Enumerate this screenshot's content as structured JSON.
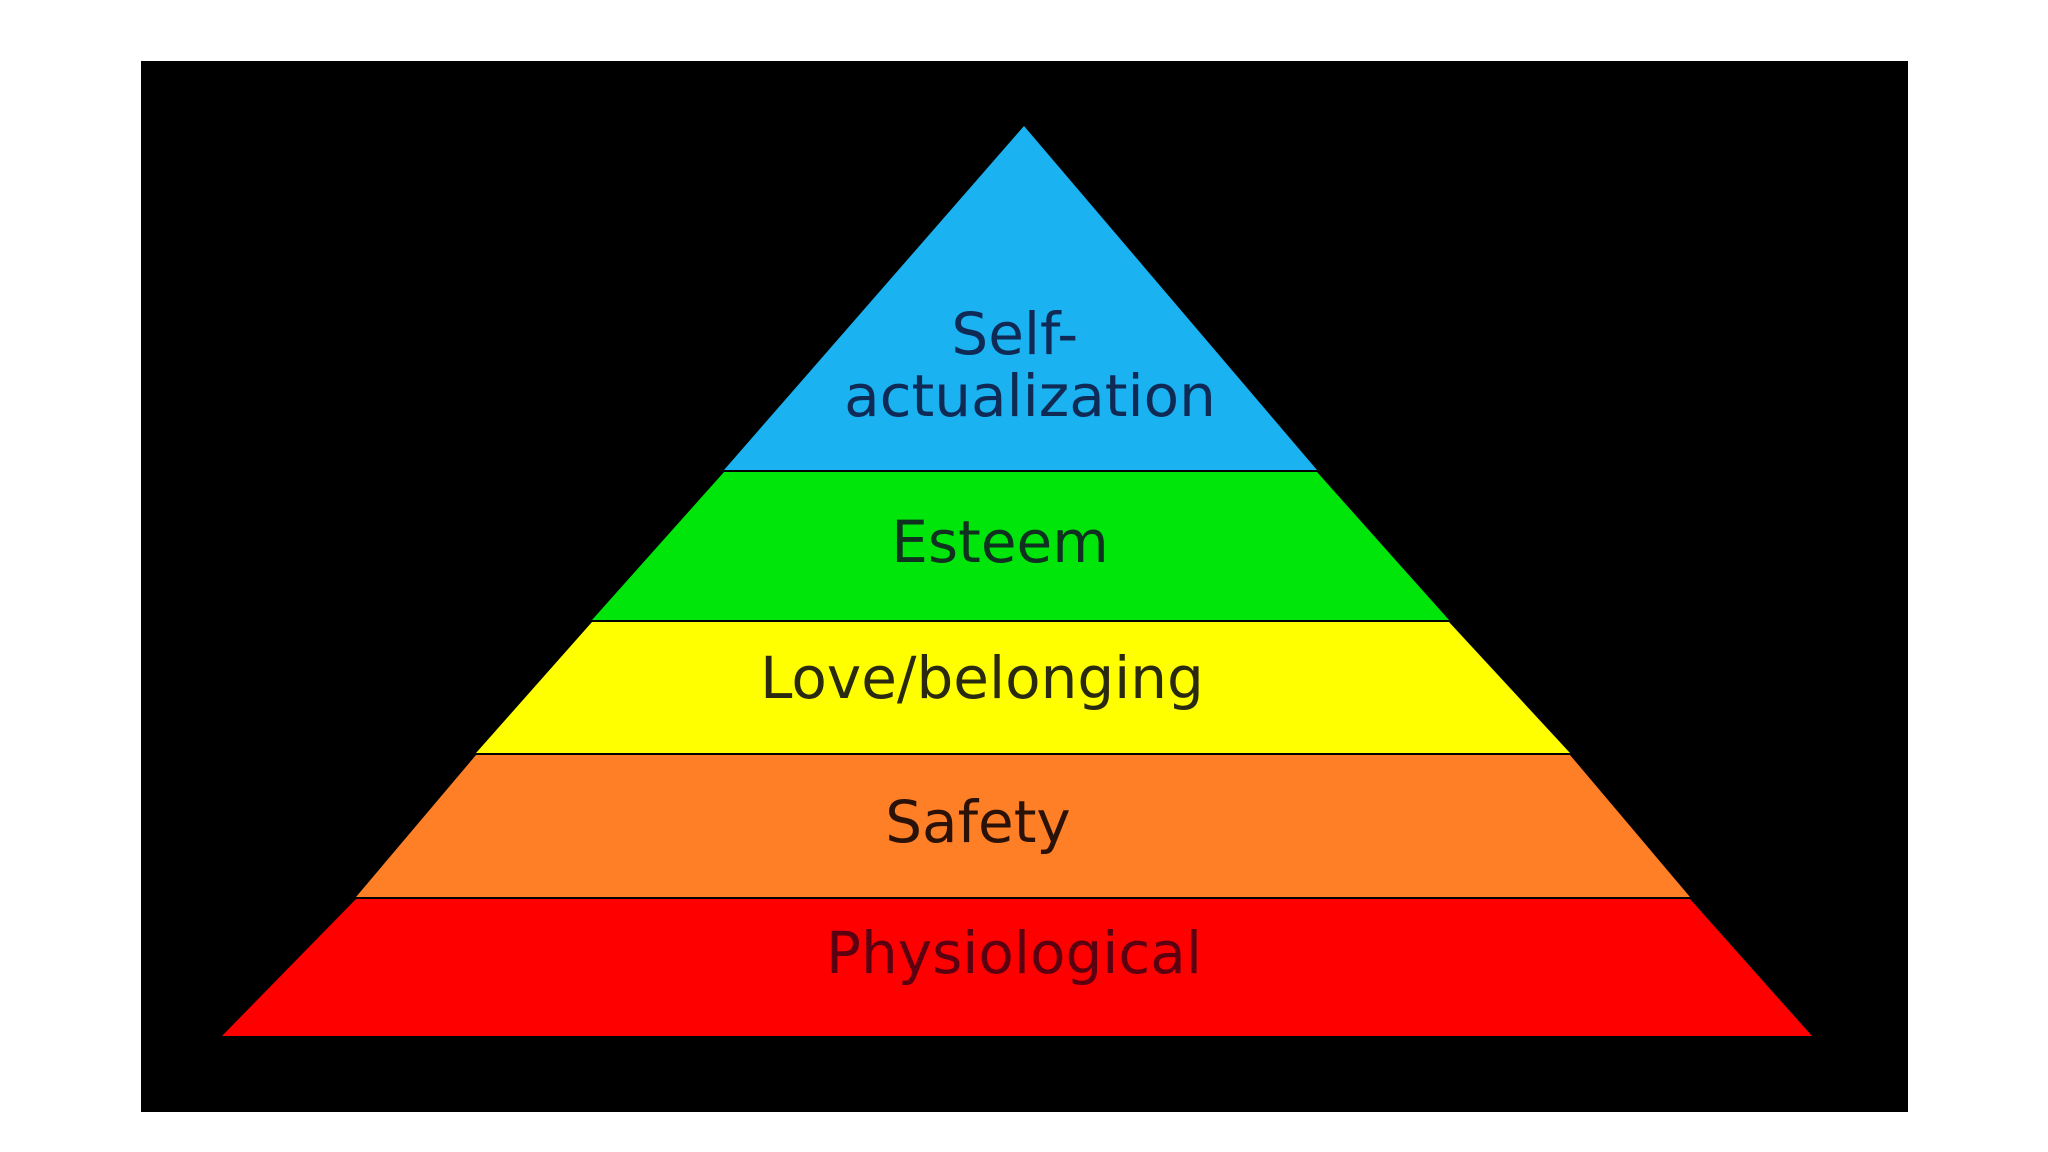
{
  "diagram": {
    "background_color": "#000000",
    "page_color": "#ffffff",
    "tiers": [
      {
        "id": "self-actualization",
        "lines": [
          "Self-",
          "actualization"
        ],
        "color": "#1ab2f0",
        "text_color": "#0f2a55"
      },
      {
        "id": "esteem",
        "lines": [
          "Esteem"
        ],
        "color": "#00e60b",
        "text_color": "#103020"
      },
      {
        "id": "love-belonging",
        "lines": [
          "Love/belonging"
        ],
        "color": "#ffff00",
        "text_color": "#2a2a10"
      },
      {
        "id": "safety",
        "lines": [
          "Safety"
        ],
        "color": "#ff7f27",
        "text_color": "#2a1208"
      },
      {
        "id": "physiological",
        "lines": [
          "Physiological"
        ],
        "color": "#ff0000",
        "text_color": "#5a0010"
      }
    ]
  }
}
